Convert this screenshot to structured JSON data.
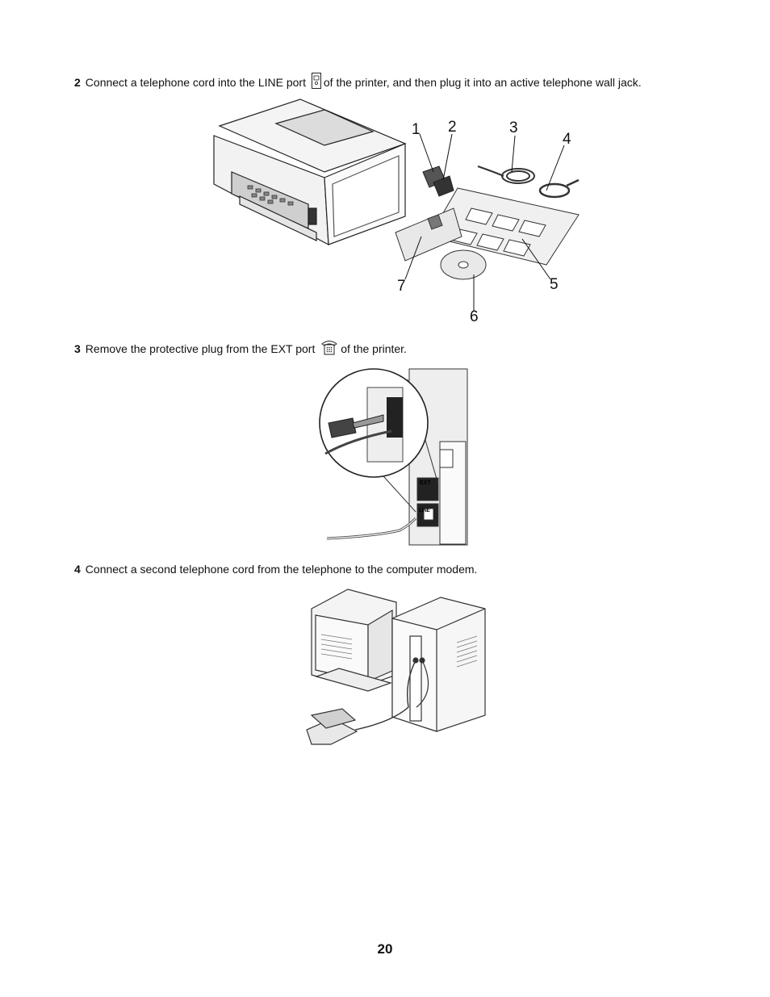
{
  "steps": [
    {
      "number": "2",
      "text_before": "Connect a telephone cord into the LINE port",
      "icon": "line-port-icon",
      "text_after": "of the printer, and then plug it into an active telephone wall jack."
    },
    {
      "number": "3",
      "text_before": "Remove the protective plug from the EXT port",
      "icon": "ext-port-icon",
      "text_after": "of the printer."
    },
    {
      "number": "4",
      "text": "Connect a second telephone cord from the telephone to the computer modem."
    }
  ],
  "figure1": {
    "callouts": [
      "1",
      "2",
      "3",
      "4",
      "5",
      "6",
      "7"
    ]
  },
  "figure2": {
    "labels": {
      "ext": "EXT",
      "line": "LINE"
    }
  },
  "page_number": "20"
}
